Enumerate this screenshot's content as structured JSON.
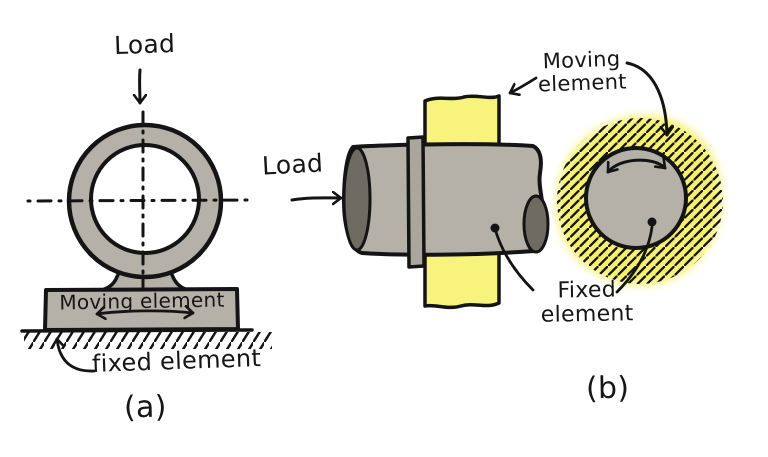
{
  "figure": {
    "panel_a": {
      "load_label": "Load",
      "moving_label": "Moving element",
      "fixed_label": "fixed element",
      "caption": "(a)",
      "arrows": [
        "load-down-arrow",
        "slide-double-arrow",
        "fixed-element-leader-arrow"
      ],
      "features": [
        "ring-on-pedestal",
        "base-block",
        "ground-hatching",
        "dashed-centerlines"
      ]
    },
    "panel_b": {
      "load_label": "Load",
      "moving_label": "Moving element",
      "fixed_label": "Fixed element",
      "caption": "(b)",
      "arrows": [
        "load-right-arrow",
        "moving-element-arrow",
        "moving-element-curved-arrow",
        "rotation-double-arrow",
        "fixed-element-leader-lines"
      ],
      "features": [
        "shaft-side-view",
        "collar-flange",
        "yellow-plate",
        "shaft-cross-section",
        "highlight-blob-hatching"
      ]
    },
    "colors": {
      "element_gray": "#b5b1a8",
      "end_cap_gray": "#6e6b63",
      "collar_gray": "#aaa69d",
      "plate_yellow": "#f7f37c",
      "highlight_yellow": "#f6f06e",
      "ink": "#141414",
      "background": "#ffffff"
    }
  }
}
